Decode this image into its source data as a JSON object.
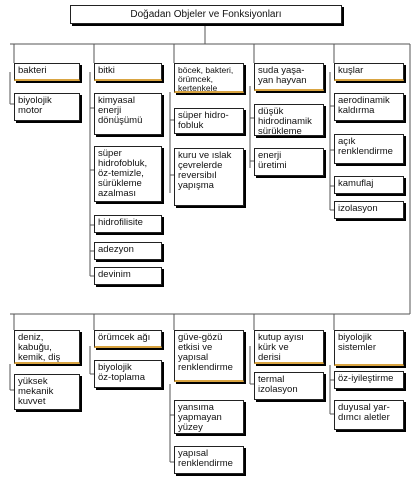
{
  "title": "Doğadan Objeler ve Fonksiyonları",
  "columns_top": [
    {
      "header": "bakteri",
      "items": [
        "biyolojik\nmotor"
      ]
    },
    {
      "header": "bitki",
      "items": [
        "kimyasal\nenerji\ndönüşümü",
        "süper\nhidrofobluk,\nöz-temizle,\nsürükleme\nazalması",
        "hidrofilisite",
        "adezyon",
        "devinim"
      ]
    },
    {
      "header": "böcek, bakteri,\nörümcek,\nkertenkele",
      "items": [
        "süper hidro-\nfobluk",
        "kuru ve ıslak\nçevrelerde\nreversibıl\nyapışma"
      ]
    },
    {
      "header": "suda yaşa-\nyan hayvan",
      "items": [
        "düşük\nhidrodinamik\nsürükleme",
        "enerji\nüretimi"
      ]
    },
    {
      "header": "kuşlar",
      "items": [
        "aerodinamik\nkaldırma",
        "açık\nrenklendirme",
        "kamuflaj",
        "izolasyon"
      ]
    }
  ],
  "columns_bottom": [
    {
      "header": "deniz,\nkabuğu,\nkemik, diş",
      "items": [
        "yüksek\nmekanik\nkuvvet"
      ]
    },
    {
      "header": "örümcek ağı",
      "items": [
        "biyolojik\nöz-toplama"
      ]
    },
    {
      "header": "güve-gözü\netkisi ve\nyapısal\nrenklendirme",
      "items": [
        "yansıma\nyapmayan\nyüzey",
        "yapısal\nrenklendirme"
      ]
    },
    {
      "header": "kutup ayısı\nkürk ve\nderisi",
      "items": [
        "termal\nizolasyon"
      ]
    },
    {
      "header": "biyolojik\nsistemler",
      "items": [
        "öz-iyileştirme",
        "duyusal yar-\ndımcı aletler"
      ]
    }
  ]
}
